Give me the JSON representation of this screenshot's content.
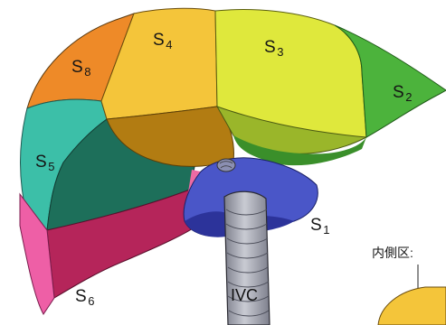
{
  "diagram": {
    "segments": [
      {
        "id": "s1",
        "letter": "S",
        "num": "1",
        "color": "#4a56c8"
      },
      {
        "id": "s2",
        "letter": "S",
        "num": "2",
        "color": "#4cb33c"
      },
      {
        "id": "s3",
        "letter": "S",
        "num": "3",
        "color": "#dfe83c"
      },
      {
        "id": "s4",
        "letter": "S",
        "num": "4",
        "color": "#f4c53a"
      },
      {
        "id": "s5",
        "letter": "S",
        "num": "5",
        "color": "#3cbfa8"
      },
      {
        "id": "s6",
        "letter": "S",
        "num": "6",
        "color": "#b5255a"
      },
      {
        "id": "s8",
        "letter": "S",
        "num": "8",
        "color": "#ee8a28"
      }
    ],
    "ivc_label": "IVC",
    "inset_label": "内側区:"
  }
}
